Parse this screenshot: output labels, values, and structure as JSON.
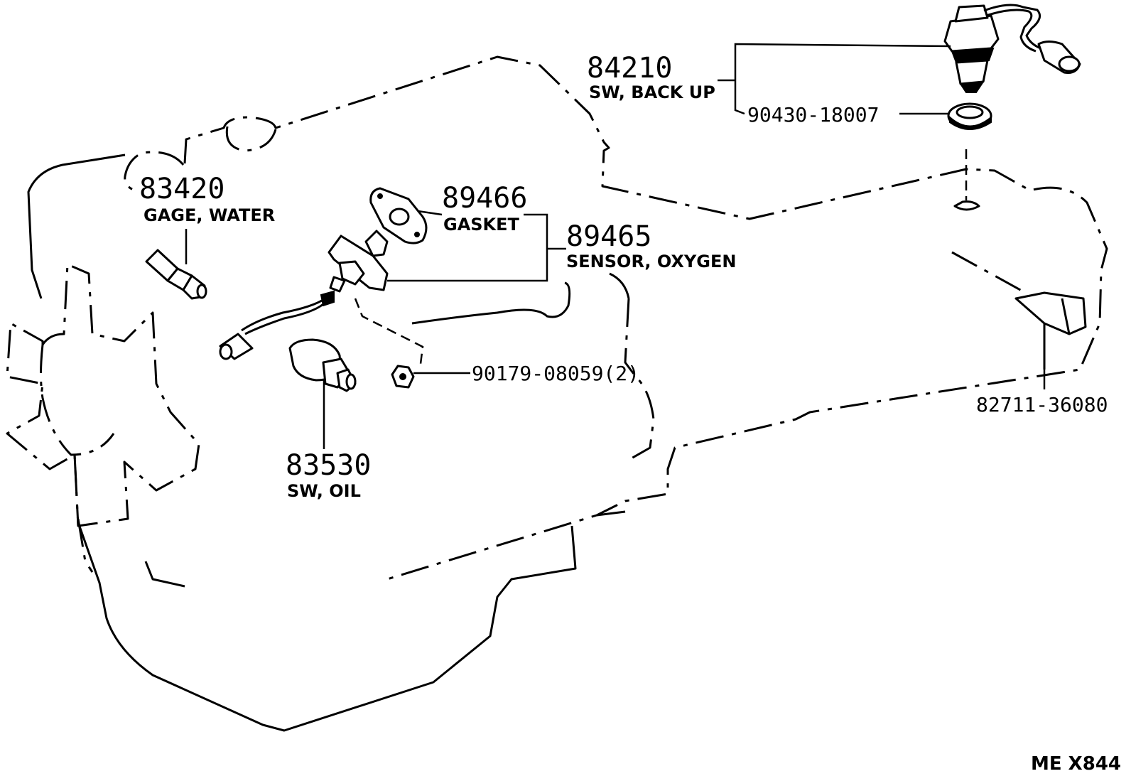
{
  "parts": [
    {
      "id": "back-up-switch",
      "number": "84210",
      "description": "SW, BACK UP"
    },
    {
      "id": "back-up-gasket",
      "number": "90430-18007",
      "description": ""
    },
    {
      "id": "water-gage",
      "number": "83420",
      "description": "GAGE, WATER"
    },
    {
      "id": "gasket",
      "number": "89466",
      "description": "GASKET"
    },
    {
      "id": "oxygen-sensor",
      "number": "89465",
      "description": "SENSOR, OXYGEN"
    },
    {
      "id": "nut",
      "number": "90179-08059(2)",
      "description": ""
    },
    {
      "id": "oil-switch",
      "number": "83530",
      "description": "SW, OIL"
    },
    {
      "id": "bracket",
      "number": "82711-36080",
      "description": ""
    }
  ],
  "footer": {
    "code": "ME X844"
  }
}
